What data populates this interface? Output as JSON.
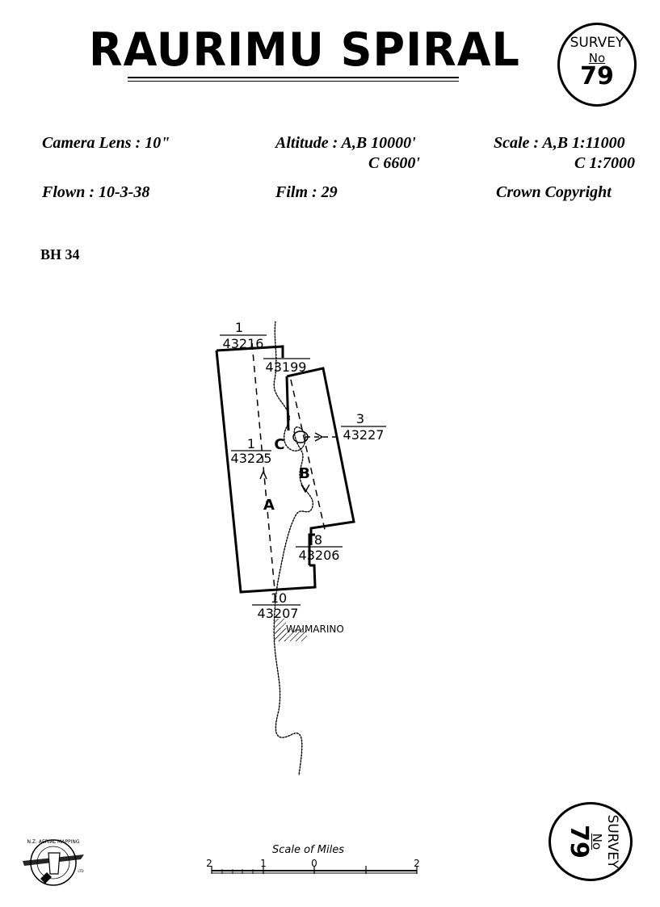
{
  "header": {
    "title": "RAURIMU SPIRAL",
    "badge": {
      "line1": "SURVEY",
      "line2": "No",
      "number": "79"
    }
  },
  "details": {
    "camera_lens": "Camera Lens : 10\"",
    "altitude_ab": "Altitude : A,B  10000'",
    "altitude_c": "C  6600'",
    "scale_ab": "Scale : A,B 1:11000",
    "scale_c": "C 1:7000",
    "flown": "Flown : 10-3-38",
    "film": "Film : 29",
    "copyright": "Crown Copyright"
  },
  "sheet_code": "BH 34",
  "map": {
    "labels": {
      "top_photo_num": "1",
      "top_photo_ref": "43216",
      "ref_43199": "43199",
      "left_photo_num": "1",
      "left_photo_ref": "43225",
      "right_photo_num": "3",
      "right_photo_ref": "43227",
      "run_a": "A",
      "run_b": "B",
      "run_c": "C",
      "mid_photo_num": "8",
      "mid_photo_ref": "43206",
      "bottom_photo_num": "10",
      "bottom_photo_ref": "43207",
      "town": "WAIMARINO"
    }
  },
  "scale_bar": {
    "label": "Scale of Miles",
    "ticks": [
      "2",
      "1",
      "0",
      "2"
    ]
  },
  "logo": {
    "text": "N.Z. AERIAL MAPPING LTD"
  }
}
